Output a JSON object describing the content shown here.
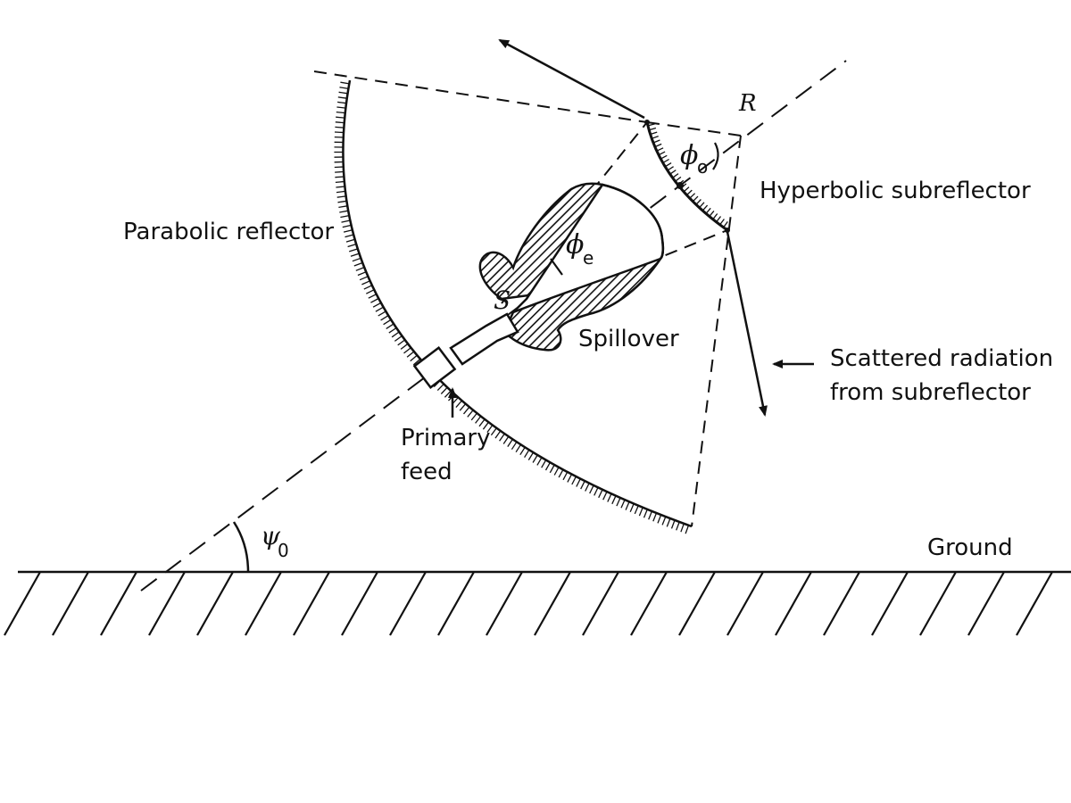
{
  "labels": {
    "parabolic_reflector": "Parabolic reflector",
    "hyperbolic_subreflector": "Hyperbolic subreflector",
    "spillover": "Spillover",
    "scattered_line1": "Scattered radiation",
    "scattered_line2": "from subreflector",
    "primary_line1": "Primary",
    "primary_line2": "feed",
    "ground": "Ground"
  },
  "symbols": {
    "R": "R",
    "S": "S",
    "phi": "ϕ",
    "phi_o_sub": "o",
    "phi_e_sub": "e",
    "psi": "ψ",
    "psi_sub": "0"
  },
  "colors": {
    "ink": "#111111",
    "background": "#ffffff"
  }
}
